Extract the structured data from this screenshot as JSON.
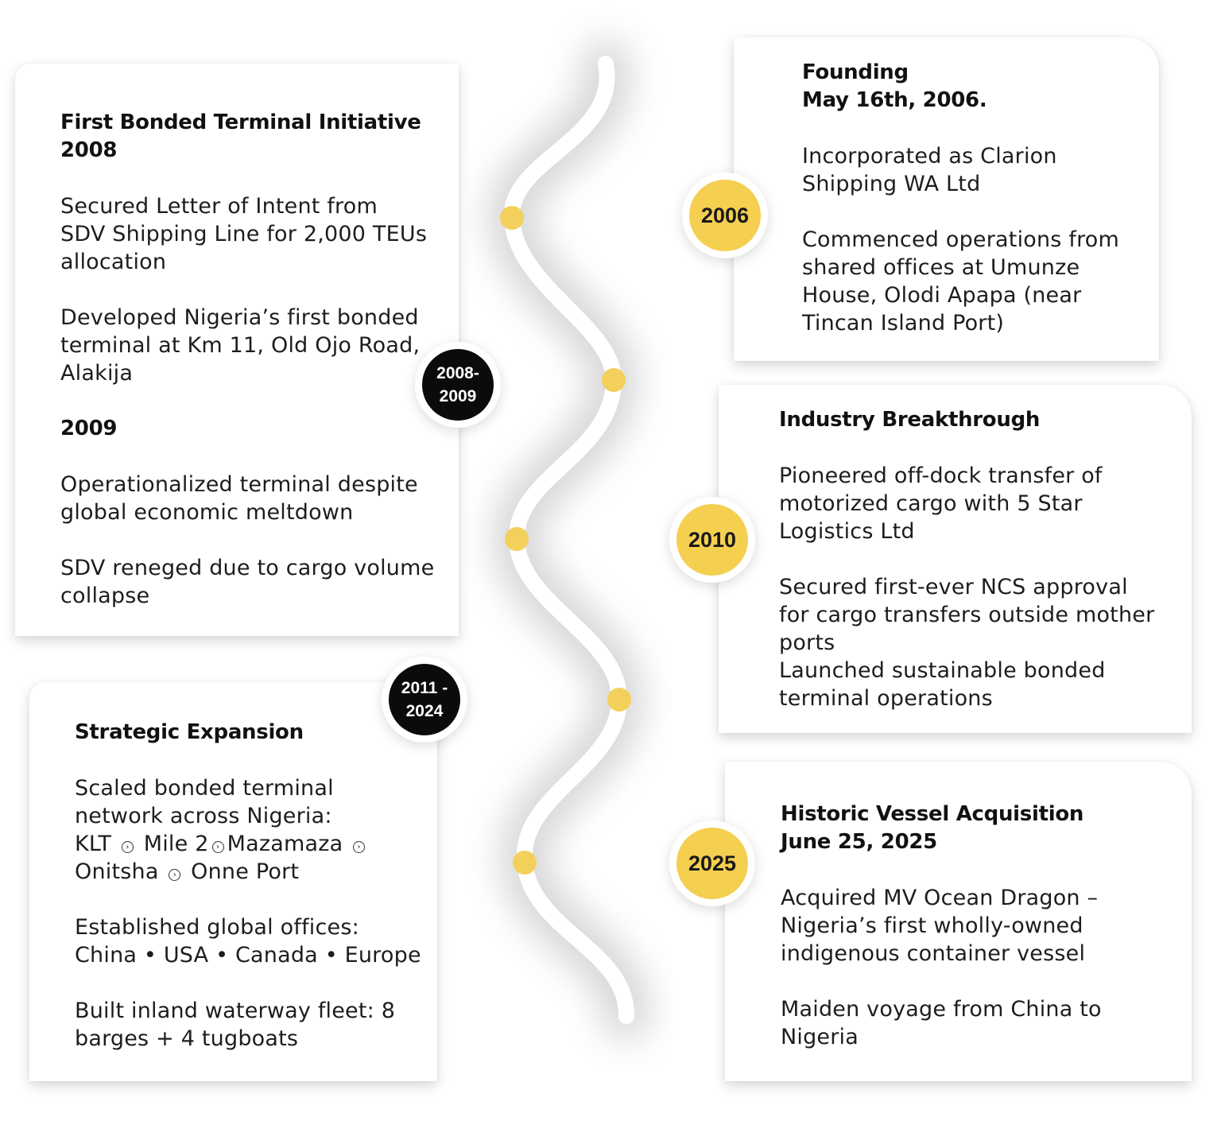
{
  "card_2008": {
    "title_1": "First Bonded Terminal Initiative",
    "title_2": "2008",
    "p1": [
      "Secured Letter of Intent from",
      "SDV Shipping Line for 2,000 TEUs",
      "allocation"
    ],
    "p2": [
      "Developed Nigeria’s first bonded",
      "terminal at Km 11, Old Ojo Road,",
      "Alakija"
    ],
    "subhead": "2009",
    "p3": [
      "Operationalized terminal despite",
      "global economic meltdown"
    ],
    "p4": [
      "SDV reneged due to cargo volume",
      "collapse"
    ],
    "badge_1": "2008-",
    "badge_2": "2009"
  },
  "card_2006": {
    "title_1": "Founding",
    "title_2": "May 16th, 2006.",
    "p1": [
      "Incorporated as Clarion",
      "Shipping WA Ltd"
    ],
    "p2": [
      "Commenced operations from",
      "shared offices at Umunze",
      "House, Olodi Apapa (near",
      "Tincan Island Port)"
    ],
    "badge": "2006"
  },
  "card_2010": {
    "title": "Industry Breakthrough",
    "p1": [
      "Pioneered off-dock transfer of",
      "motorized cargo with 5 Star",
      "Logistics Ltd"
    ],
    "p2": [
      "Secured first-ever NCS approval",
      "for cargo transfers outside mother",
      "ports",
      "Launched sustainable bonded",
      "terminal operations"
    ],
    "badge": "2010"
  },
  "card_2011": {
    "title": "Strategic Expansion",
    "p1": [
      "Scaled bonded terminal",
      "network across Nigeria:"
    ],
    "locations": [
      "KLT",
      "Mile 2",
      "Mazamaza",
      "Onitsha",
      "Onne Port"
    ],
    "p2": [
      "Established global offices:",
      "China • USA • Canada • Europe"
    ],
    "p3": [
      "Built inland waterway fleet: 8",
      "barges + 4 tugboats"
    ],
    "badge_1": "2011 -",
    "badge_2": "2024"
  },
  "card_2025": {
    "title_1": "Historic Vessel Acquisition",
    "title_2": "June 25, 2025",
    "p1": [
      "Acquired MV Ocean Dragon –",
      "Nigeria’s first wholly-owned",
      "indigenous container vessel"
    ],
    "p2": [
      "Maiden voyage from China to",
      "Nigeria"
    ],
    "badge": "2025"
  },
  "colors": {
    "accent_yellow": "#f4cf50",
    "badge_black": "#0b0b0b",
    "wave": "#ffffff"
  }
}
